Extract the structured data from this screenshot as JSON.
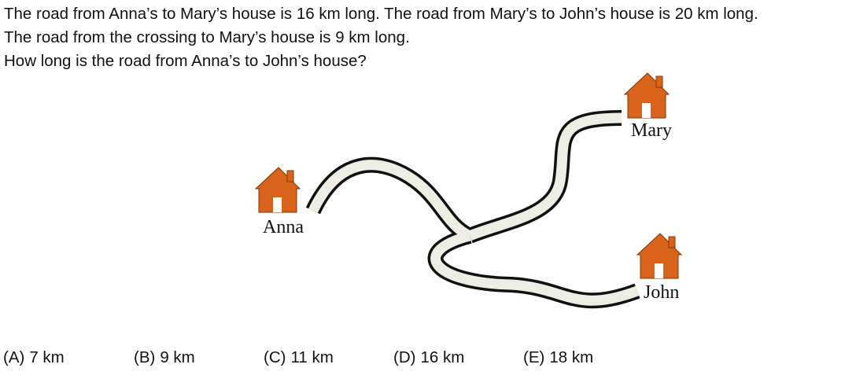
{
  "question": {
    "line1": "The road from Anna’s to Mary’s house is 16 km long. The road from Mary’s to John’s house is 20 km long.",
    "line2": "The road from the crossing to Mary’s house is 9 km long.",
    "line3": "How long is the road from Anna’s to John’s house?"
  },
  "figure": {
    "house_color": "#D9631A",
    "road_fill_color": "#EEEDE4",
    "road_edge_color": "#111111",
    "houses": [
      {
        "name": "anna",
        "label": "Anna"
      },
      {
        "name": "mary",
        "label": "Mary"
      },
      {
        "name": "john",
        "label": "John"
      }
    ]
  },
  "options": [
    {
      "letter": "(A)",
      "value": "7 km"
    },
    {
      "letter": "(B)",
      "value": "9 km"
    },
    {
      "letter": "(C)",
      "value": "11 km"
    },
    {
      "letter": "(D)",
      "value": "16 km"
    },
    {
      "letter": "(E)",
      "value": "18 km"
    }
  ]
}
